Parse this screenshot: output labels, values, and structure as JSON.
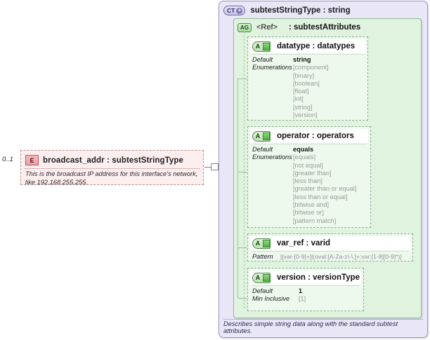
{
  "element": {
    "badge": "E",
    "title": "broadcast_addr : subtestStringType",
    "occurs": "0..1",
    "documentation": "This is the broadcast IP address for this interface's network, like 192.168.255.255."
  },
  "complex_type": {
    "badge": "CT",
    "badge_expander": "+",
    "title": "subtestStringType : string",
    "documentation": "Describes simple string data along with the standard subtest attributes."
  },
  "attribute_group": {
    "badge": "AG",
    "ref": "<Ref>",
    "type": ": subtestAttributes"
  },
  "attributes": [
    {
      "badge": "A",
      "title": "datatype : datatypes",
      "properties": [
        {
          "label": "Default",
          "value": "string",
          "style": "value"
        },
        {
          "label": "Enumerations",
          "value": "[component]",
          "style": "enum"
        },
        {
          "label": "",
          "value": "[binary]",
          "style": "enum"
        },
        {
          "label": "",
          "value": "[boolean]",
          "style": "enum"
        },
        {
          "label": "",
          "value": "[float]",
          "style": "enum"
        },
        {
          "label": "",
          "value": "[int]",
          "style": "enum"
        },
        {
          "label": "",
          "value": "[string]",
          "style": "enum"
        },
        {
          "label": "",
          "value": "[version]",
          "style": "enum"
        }
      ]
    },
    {
      "badge": "A",
      "title": "operator : operators",
      "properties": [
        {
          "label": "Default",
          "value": "equals",
          "style": "value"
        },
        {
          "label": "Enumerations",
          "value": "[equals]",
          "style": "enum"
        },
        {
          "label": "",
          "value": "[not equal]",
          "style": "enum"
        },
        {
          "label": "",
          "value": "[greater than]",
          "style": "enum"
        },
        {
          "label": "",
          "value": "[less than]",
          "style": "enum"
        },
        {
          "label": "",
          "value": "[greater than or equal]",
          "style": "enum"
        },
        {
          "label": "",
          "value": "[less than or equal]",
          "style": "enum"
        },
        {
          "label": "",
          "value": "[bitwise and]",
          "style": "enum"
        },
        {
          "label": "",
          "value": "[bitwise or]",
          "style": "enum"
        },
        {
          "label": "",
          "value": "[pattern match]",
          "style": "enum"
        }
      ]
    },
    {
      "badge": "A",
      "title": "var_ref   : varid",
      "properties": [
        {
          "label": "Pattern",
          "value": "[[var-[0-9]+]|(oval:[A-Za-z\\-\\.]+:var:[1-9][0-9]*)]",
          "style": "pattern"
        }
      ]
    },
    {
      "badge": "A",
      "title": "version   : versionType",
      "properties": [
        {
          "label": "Default",
          "value": "1",
          "style": "value"
        },
        {
          "label": "Min Inclusive",
          "value": "[1]",
          "style": "enum"
        }
      ]
    }
  ],
  "connector": {
    "collapse_symbol": "−"
  },
  "colors": {
    "element_fill": "#fdeef0",
    "element_border": "#c08a8a",
    "complex_type_fill": "#e8e6f7",
    "complex_type_border": "#9b96c8",
    "attribute_group_fill": "#dff3df",
    "attribute_group_border": "#8fbf8f",
    "attribute_fill": "#eef9ee",
    "attribute_border": "#8fae8f",
    "enum_text": "#9a9a9a"
  }
}
